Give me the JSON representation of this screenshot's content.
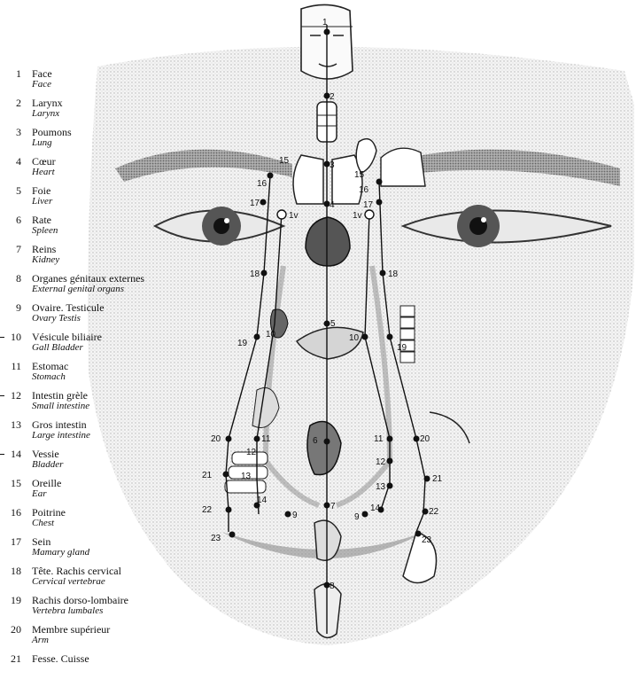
{
  "diagram": {
    "legend": [
      {
        "number": "1",
        "french": "Face",
        "english": "Face"
      },
      {
        "number": "2",
        "french": "Larynx",
        "english": "Larynx"
      },
      {
        "number": "3",
        "french": "Poumons",
        "english": "Lung"
      },
      {
        "number": "4",
        "french": "Cœur",
        "english": "Heart"
      },
      {
        "number": "5",
        "french": "Foie",
        "english": "Liver"
      },
      {
        "number": "6",
        "french": "Rate",
        "english": "Spleen"
      },
      {
        "number": "7",
        "french": "Reins",
        "english": "Kidney"
      },
      {
        "number": "8",
        "french": "Organes génitaux externes",
        "english": "External genital organs"
      },
      {
        "number": "9",
        "french": "Ovaire. Testicule",
        "english": "Ovary Testis"
      },
      {
        "number": "10",
        "french": "Vésicule biliaire",
        "english": "Gall Bladder"
      },
      {
        "number": "11",
        "french": "Estomac",
        "english": "Stomach"
      },
      {
        "number": "12",
        "french": "Intestin grèle",
        "english": "Small intestine"
      },
      {
        "number": "13",
        "french": "Gros intestin",
        "english": "Large intestine"
      },
      {
        "number": "14",
        "french": "Vessie",
        "english": "Bladder"
      },
      {
        "number": "15",
        "french": "Oreille",
        "english": "Ear"
      },
      {
        "number": "16",
        "french": "Poitrine",
        "english": "Chest"
      },
      {
        "number": "17",
        "french": "Sein",
        "english": "Mamary gland"
      },
      {
        "number": "18",
        "french": "Tête. Rachis cervical",
        "english": "Cervical vertebrae"
      },
      {
        "number": "19",
        "french": "Rachis dorso-lombaire",
        "english": "Vertebra lumbales"
      },
      {
        "number": "20",
        "french": "Membre supérieur",
        "english": "Arm"
      },
      {
        "number": "21",
        "french": "Fesse. Cuisse",
        "english": ""
      }
    ],
    "point_labels": {
      "midline": [
        "1",
        "2",
        "3",
        "4",
        "5",
        "6",
        "7",
        "8"
      ],
      "left": [
        "15",
        "16",
        "17",
        "1v",
        "18",
        "19",
        "10",
        "20",
        "11",
        "12",
        "13",
        "21",
        "22",
        "14",
        "23",
        "9"
      ],
      "right": [
        "15",
        "16",
        "17",
        "1v",
        "18",
        "19",
        "10",
        "20",
        "11",
        "12",
        "13",
        "21",
        "22",
        "14",
        "23",
        "9"
      ]
    }
  }
}
